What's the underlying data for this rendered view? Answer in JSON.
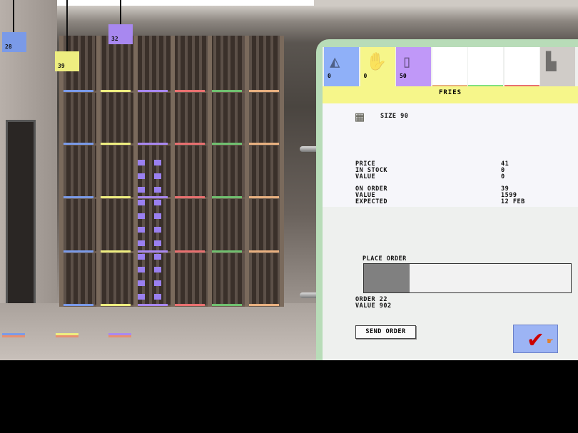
{
  "hanging_tags": [
    {
      "name": "blue",
      "value": "28",
      "color": "#7a9ae8"
    },
    {
      "name": "yellow",
      "value": "39",
      "color": "#eeee80"
    },
    {
      "name": "purple",
      "value": "32",
      "color": "#a888f0"
    }
  ],
  "panel": {
    "tabs": [
      {
        "icon": "cone-icon",
        "count": "0",
        "color": "#8fb0f8"
      },
      {
        "icon": "fries-icon",
        "count": "0",
        "color": "#f6f68a"
      },
      {
        "icon": "cup-icon",
        "count": "50",
        "color": "#c098f8"
      },
      {
        "icon": "empty",
        "count": "",
        "color": "#ffffff"
      },
      {
        "icon": "empty",
        "count": "",
        "color": "#ffffff"
      },
      {
        "icon": "empty",
        "count": "",
        "color": "#ffffff"
      },
      {
        "icon": "warehouse-icon",
        "count": "",
        "color": "#d0ccc8"
      }
    ],
    "title": "FRIES",
    "size_label": "SIZE 90",
    "price_label": "PRICE",
    "price": "41",
    "stock_label": "IN STOCK",
    "stock": "0",
    "value_label": "VALUE",
    "value": "0",
    "on_order_label": "ON ORDER",
    "on_order": "39",
    "order_value_label": "VALUE",
    "order_value": "1599",
    "expected_label": "EXPECTED",
    "expected": "12 FEB",
    "place_order_label": "PLACE ORDER",
    "place_order_fraction": 0.22,
    "order_line": "ORDER 22",
    "value_line": "VALUE 902",
    "send_order": "SEND ORDER"
  }
}
